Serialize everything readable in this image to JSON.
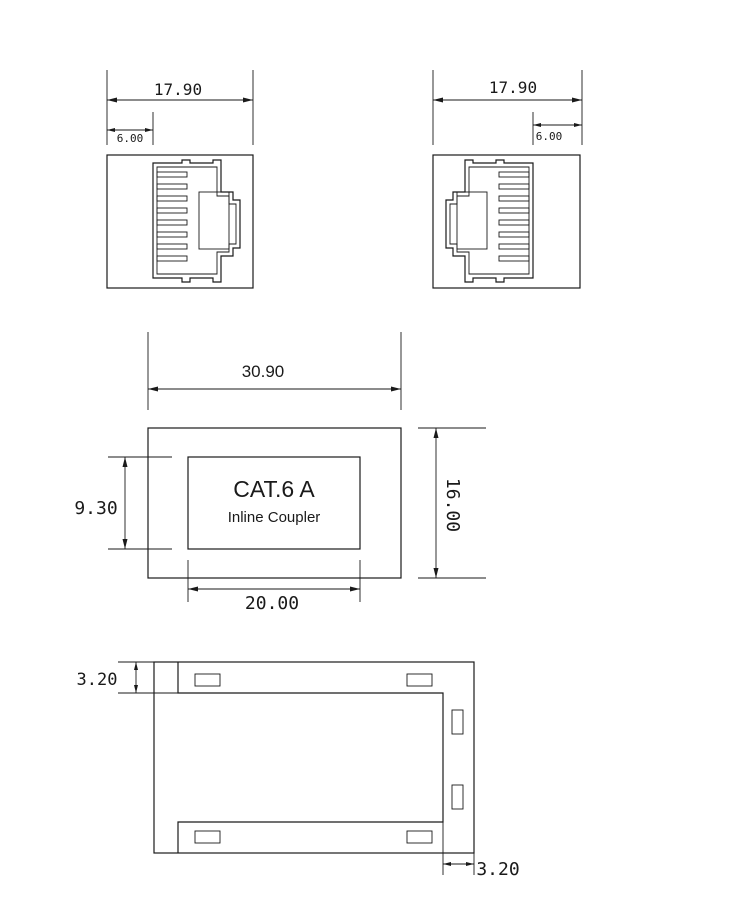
{
  "views": {
    "front_left": {
      "width_dim": "17.90",
      "offset_dim": "6.00"
    },
    "front_right": {
      "width_dim": "17.90",
      "offset_dim": "6.00"
    },
    "top": {
      "length_dim": "30.90",
      "height_dim": "9.30",
      "depth_dim": "16.00",
      "label_width_dim": "20.00",
      "label_title": "CAT.6 A",
      "label_subtitle": "Inline Coupler"
    },
    "bottom": {
      "edge_dim_left": "3.20",
      "edge_dim_right": "3.20"
    }
  },
  "colors": {
    "line": "#1a1a1a",
    "background": "#ffffff"
  }
}
